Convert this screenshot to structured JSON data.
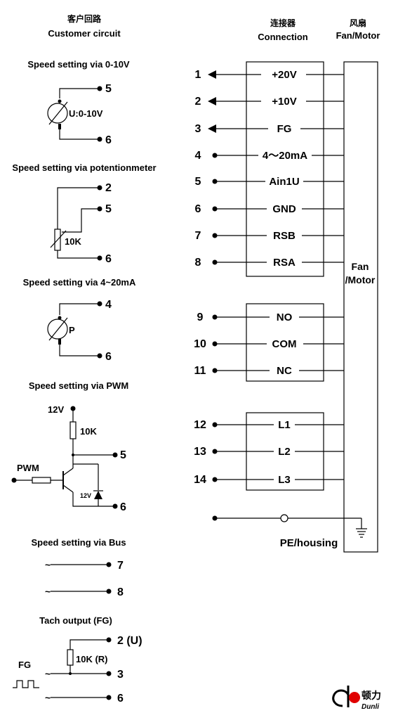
{
  "header": {
    "customer_cn": "客户回路",
    "customer_en": "Customer circuit",
    "connection_cn": "连接器",
    "connection_en": "Connection",
    "fan_cn": "风扇",
    "fan_en": "Fan/Motor"
  },
  "sections": {
    "volt": {
      "title": "Speed setting via 0-10V",
      "meter_label": "U:0-10V",
      "pin_a": "5",
      "pin_b": "6"
    },
    "pot": {
      "title": "Speed setting via potentionmeter",
      "res_label": "10K",
      "pin_a": "2",
      "pin_b": "5",
      "pin_c": "6"
    },
    "curr": {
      "title": "Speed setting via  4~20mA",
      "meter_label": "P",
      "pin_a": "4",
      "pin_b": "6"
    },
    "pwm": {
      "title": "Speed setting via PWM",
      "supply": "12V",
      "res_label": "10K",
      "input": "PWM",
      "zener": "12V",
      "pin_a": "5",
      "pin_b": "6"
    },
    "bus": {
      "title": "Speed setting via Bus",
      "pin_a": "7",
      "pin_b": "8"
    },
    "tach": {
      "title": "Tach output (FG)",
      "res_label": "10K (R)",
      "signal": "FG",
      "pin_a": "2 (U)",
      "pin_b": "3",
      "pin_c": "6"
    }
  },
  "connector": {
    "pins": [
      {
        "num": "1",
        "label": "+20V"
      },
      {
        "num": "2",
        "label": "+10V"
      },
      {
        "num": "3",
        "label": "FG"
      },
      {
        "num": "4",
        "label": "4～20mA"
      },
      {
        "num": "5",
        "label": "Ain1U"
      },
      {
        "num": "6",
        "label": "GND"
      },
      {
        "num": "7",
        "label": "RSB"
      },
      {
        "num": "8",
        "label": "RSA"
      },
      {
        "num": "9",
        "label": "NO"
      },
      {
        "num": "10",
        "label": "COM"
      },
      {
        "num": "11",
        "label": "NC"
      },
      {
        "num": "12",
        "label": "L1"
      },
      {
        "num": "13",
        "label": "L2"
      },
      {
        "num": "14",
        "label": "L3"
      }
    ],
    "pe_label": "PE/housing"
  },
  "fan": {
    "label_line1": "Fan",
    "label_line2": "/Motor"
  },
  "brand": {
    "name_cn": "顿力",
    "name_en": "Dunli",
    "color": "#e00000"
  }
}
